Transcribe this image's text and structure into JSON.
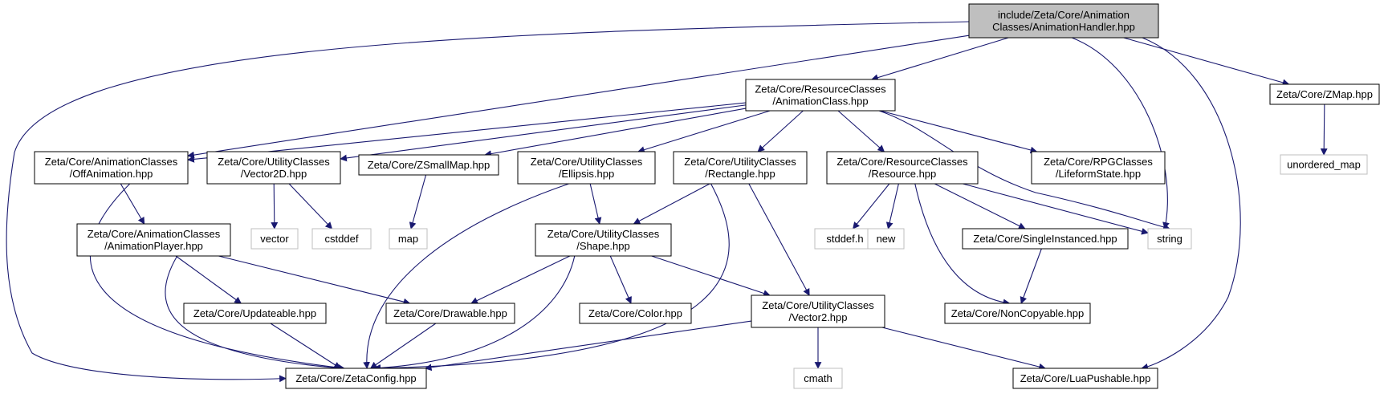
{
  "diagram": {
    "type": "include-dependency-graph",
    "colors": {
      "edge": "#191970",
      "root_fill": "#bfbfbf",
      "node_border": "#000000",
      "external_border": "#bfbfbf",
      "background": "#ffffff"
    },
    "nodes": [
      {
        "id": "root",
        "lines": [
          "include/Zeta/Core/Animation",
          "Classes/AnimationHandler.hpp"
        ],
        "kind": "root"
      },
      {
        "id": "animclass",
        "lines": [
          "Zeta/Core/ResourceClasses",
          "/AnimationClass.hpp"
        ],
        "kind": "file"
      },
      {
        "id": "zmap",
        "lines": [
          "Zeta/Core/ZMap.hpp"
        ],
        "kind": "file"
      },
      {
        "id": "unordered_map",
        "lines": [
          "unordered_map"
        ],
        "kind": "external"
      },
      {
        "id": "offanim",
        "lines": [
          "Zeta/Core/AnimationClasses",
          "/OffAnimation.hpp"
        ],
        "kind": "file"
      },
      {
        "id": "vector2d",
        "lines": [
          "Zeta/Core/UtilityClasses",
          "/Vector2D.hpp"
        ],
        "kind": "file"
      },
      {
        "id": "zsmallmap",
        "lines": [
          "Zeta/Core/ZSmallMap.hpp"
        ],
        "kind": "file"
      },
      {
        "id": "ellipsis",
        "lines": [
          "Zeta/Core/UtilityClasses",
          "/Ellipsis.hpp"
        ],
        "kind": "file"
      },
      {
        "id": "rectangle",
        "lines": [
          "Zeta/Core/UtilityClasses",
          "/Rectangle.hpp"
        ],
        "kind": "file"
      },
      {
        "id": "resource",
        "lines": [
          "Zeta/Core/ResourceClasses",
          "/Resource.hpp"
        ],
        "kind": "file"
      },
      {
        "id": "lifeform",
        "lines": [
          "Zeta/Core/RPGClasses",
          "/LifeformState.hpp"
        ],
        "kind": "file"
      },
      {
        "id": "animplayer",
        "lines": [
          "Zeta/Core/AnimationClasses",
          "/AnimationPlayer.hpp"
        ],
        "kind": "file"
      },
      {
        "id": "vector",
        "lines": [
          "vector"
        ],
        "kind": "external"
      },
      {
        "id": "cstddef",
        "lines": [
          "cstddef"
        ],
        "kind": "external"
      },
      {
        "id": "map",
        "lines": [
          "map"
        ],
        "kind": "external"
      },
      {
        "id": "shape",
        "lines": [
          "Zeta/Core/UtilityClasses",
          "/Shape.hpp"
        ],
        "kind": "file"
      },
      {
        "id": "stddef",
        "lines": [
          "stddef.h"
        ],
        "kind": "external"
      },
      {
        "id": "new",
        "lines": [
          "new"
        ],
        "kind": "external"
      },
      {
        "id": "singleinst",
        "lines": [
          "Zeta/Core/SingleInstanced.hpp"
        ],
        "kind": "file"
      },
      {
        "id": "string",
        "lines": [
          "string"
        ],
        "kind": "external"
      },
      {
        "id": "updateable",
        "lines": [
          "Zeta/Core/Updateable.hpp"
        ],
        "kind": "file"
      },
      {
        "id": "drawable",
        "lines": [
          "Zeta/Core/Drawable.hpp"
        ],
        "kind": "file"
      },
      {
        "id": "color",
        "lines": [
          "Zeta/Core/Color.hpp"
        ],
        "kind": "file"
      },
      {
        "id": "vector2",
        "lines": [
          "Zeta/Core/UtilityClasses",
          "/Vector2.hpp"
        ],
        "kind": "file"
      },
      {
        "id": "noncopyable",
        "lines": [
          "Zeta/Core/NonCopyable.hpp"
        ],
        "kind": "file"
      },
      {
        "id": "zetaconfig",
        "lines": [
          "Zeta/Core/ZetaConfig.hpp"
        ],
        "kind": "file"
      },
      {
        "id": "cmath",
        "lines": [
          "cmath"
        ],
        "kind": "external"
      },
      {
        "id": "luapushable",
        "lines": [
          "Zeta/Core/LuaPushable.hpp"
        ],
        "kind": "file"
      }
    ],
    "edges": [
      [
        "root",
        "animclass"
      ],
      [
        "root",
        "offanim"
      ],
      [
        "root",
        "zmap"
      ],
      [
        "root",
        "string"
      ],
      [
        "root",
        "luapushable"
      ],
      [
        "root",
        "zetaconfig"
      ],
      [
        "zmap",
        "unordered_map"
      ],
      [
        "animclass",
        "offanim"
      ],
      [
        "animclass",
        "vector2d"
      ],
      [
        "animclass",
        "zsmallmap"
      ],
      [
        "animclass",
        "ellipsis"
      ],
      [
        "animclass",
        "rectangle"
      ],
      [
        "animclass",
        "resource"
      ],
      [
        "animclass",
        "lifeform"
      ],
      [
        "animclass",
        "string"
      ],
      [
        "offanim",
        "animplayer"
      ],
      [
        "offanim",
        "zetaconfig"
      ],
      [
        "vector2d",
        "vector"
      ],
      [
        "vector2d",
        "cstddef"
      ],
      [
        "zsmallmap",
        "map"
      ],
      [
        "ellipsis",
        "shape"
      ],
      [
        "ellipsis",
        "zetaconfig"
      ],
      [
        "rectangle",
        "shape"
      ],
      [
        "rectangle",
        "vector2"
      ],
      [
        "rectangle",
        "zetaconfig"
      ],
      [
        "resource",
        "stddef"
      ],
      [
        "resource",
        "new"
      ],
      [
        "resource",
        "singleinst"
      ],
      [
        "resource",
        "string"
      ],
      [
        "resource",
        "noncopyable"
      ],
      [
        "singleinst",
        "noncopyable"
      ],
      [
        "animplayer",
        "updateable"
      ],
      [
        "animplayer",
        "drawable"
      ],
      [
        "animplayer",
        "zetaconfig"
      ],
      [
        "shape",
        "drawable"
      ],
      [
        "shape",
        "color"
      ],
      [
        "shape",
        "vector2"
      ],
      [
        "shape",
        "zetaconfig"
      ],
      [
        "updateable",
        "zetaconfig"
      ],
      [
        "drawable",
        "zetaconfig"
      ],
      [
        "vector2",
        "zetaconfig"
      ],
      [
        "vector2",
        "cmath"
      ],
      [
        "vector2",
        "luapushable"
      ]
    ]
  }
}
